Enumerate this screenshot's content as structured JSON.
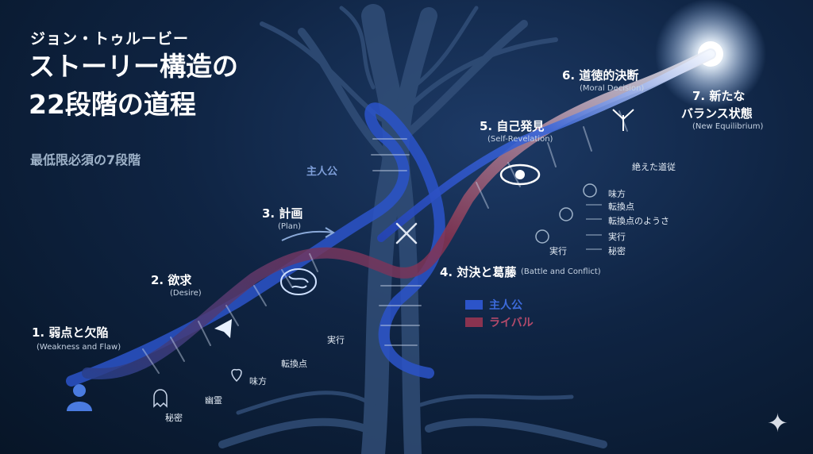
{
  "header": {
    "subtitle": "ジョン・トゥルービー",
    "title_line1": "ストーリー構造の",
    "title_line2": "22段階の道程",
    "tagline": "最低限必須の7段階"
  },
  "stages": [
    {
      "label": "1. 弱点と欠陥",
      "en": "(Weakness and Flaw)"
    },
    {
      "label": "2. 欲求",
      "en": "(Desire)"
    },
    {
      "label": "3. 計画",
      "en": "(Plan)"
    },
    {
      "label": "4. 対決と葛藤",
      "en": "(Battle and Conflict)"
    },
    {
      "label": "5. 自己発見",
      "en": "(Self-Revelation)"
    },
    {
      "label": "6. 道徳的決断",
      "en": "(Moral Decision)"
    },
    {
      "label": "7. 新たな",
      "label2": "バランス状態",
      "en": "(New Equilibrium)"
    }
  ],
  "lower_path": {
    "secret": "秘密",
    "ghost": "幽霊",
    "ally": "味方",
    "turning_point": "転換点",
    "execute": "実行"
  },
  "upper_path": {
    "lapsed_follower": "絶えた道従",
    "ally": "味方",
    "turning_point": "転換点",
    "turning_point_how": "転換点のようさ",
    "execute_right": "実行",
    "execute_left": "実行",
    "secret": "秘密"
  },
  "protagonist_label": "主人公",
  "legend": [
    {
      "label": "主人公",
      "color": "#2c54c9"
    },
    {
      "label": "ライバル",
      "color": "#8a3350"
    }
  ],
  "colors": {
    "protagonist": "#2f5bd6",
    "rival": "#9a3a5a",
    "light": "#dfe9f7",
    "background": "#0f2443"
  },
  "icons": [
    "person-icon",
    "ghost-icon",
    "heart-icon",
    "brain-icon",
    "crossed-swords-icon",
    "eye-icon",
    "branching-arrows-icon",
    "sun-icon",
    "sparkle-icon"
  ]
}
